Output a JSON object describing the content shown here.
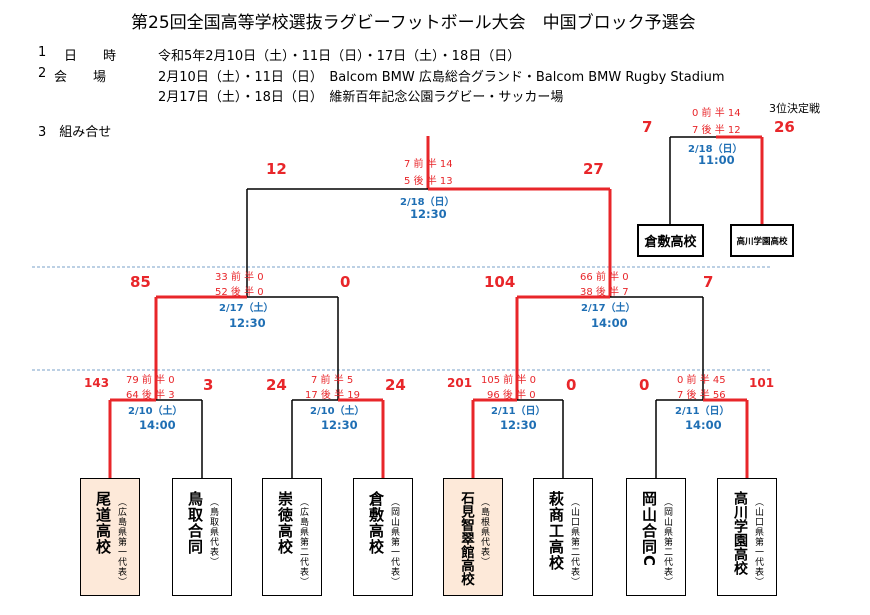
{
  "title": "第25回全国高等学校選抜ラグビーフットボール大会　中国ブロック予選会",
  "info": {
    "date_num": "1",
    "date_label": "日　　時",
    "date_value": "令和5年2月10日（土）・11日（日）・17日（土）・18日（日）",
    "venue_num": "2",
    "venue_label": "会　　場",
    "venue_line1": "2月10日（土）・11日（日）　Balcom BMW 広島総合グランド・Balcom BMW Rugby Stadium",
    "venue_line2": "2月17日（土）・18日（日）　維新百年記念公園ラグビー・サッカー場",
    "draw_label": "3　組み合せ"
  },
  "third_place": {
    "label": "3位決定戦",
    "left_score": "7",
    "right_score": "26",
    "first_half": "0 前 半 14",
    "second_half": "7 後 半 12",
    "date": "2/18（日）",
    "time": "11:00",
    "team_left": "倉敷高校",
    "team_right": "高川学園高校"
  },
  "final": {
    "left_score": "12",
    "right_score": "27",
    "first_half": "7 前 半 14",
    "second_half": "5 後 半 13",
    "date": "2/18（日）",
    "time": "12:30"
  },
  "semis": [
    {
      "left_score": "85",
      "right_score": "0",
      "first_half": "33 前 半 0",
      "second_half": "52 後 半 0",
      "date": "2/17（土）",
      "time": "12:30"
    },
    {
      "left_score": "104",
      "right_score": "7",
      "first_half": "66 前 半 0",
      "second_half": "38 後 半 7",
      "date": "2/17（土）",
      "time": "14:00"
    }
  ],
  "quarters": [
    {
      "left_score": "143",
      "right_score": "3",
      "first_half": "79 前 半 0",
      "second_half": "64 後 半 3",
      "date": "2/10（土）",
      "time": "14:00"
    },
    {
      "left_score": "24",
      "right_score": "24",
      "first_half": "7 前 半 5",
      "second_half": "17 後 半 19",
      "date": "2/10（土）",
      "time": "12:30"
    },
    {
      "left_score": "201",
      "right_score": "0",
      "first_half": "105 前 半 0",
      "second_half": "96 後 半 0",
      "date": "2/11（日）",
      "time": "12:30"
    },
    {
      "left_score": "0",
      "right_score": "101",
      "first_half": "0 前 半 45",
      "second_half": "7 後 半 56",
      "date": "2/11（日）",
      "time": "14:00"
    }
  ],
  "teams": [
    {
      "name": "尾道高校",
      "sub": "（広島県第一代表）"
    },
    {
      "name": "鳥取合同",
      "sub": "（鳥取県代表）"
    },
    {
      "name": "崇徳高校",
      "sub": "（広島県第二代表）"
    },
    {
      "name": "倉敷高校",
      "sub": "（岡山県第一代表）"
    },
    {
      "name": "石見智翠館高校",
      "sub": "（島根県代表）"
    },
    {
      "name": "萩商工高校",
      "sub": "（山口県第二代表）"
    },
    {
      "name": "岡山合同C",
      "sub": "（岡山県第二代表）"
    },
    {
      "name": "高川学園高校",
      "sub": "（山口県第一代表）"
    }
  ],
  "colors": {
    "winner_line": "#e8262a",
    "loser_line": "#000000",
    "schedule_text": "#1f6fb4",
    "highlight_box": "#fde9d9"
  }
}
